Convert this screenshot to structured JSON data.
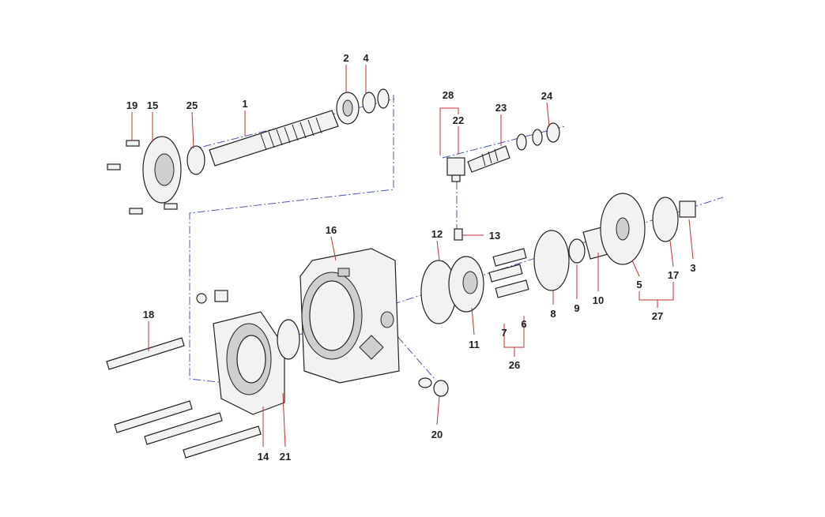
{
  "title": "Hydraulic pump exploded parts diagram",
  "callouts": [
    "1",
    "2",
    "3",
    "4",
    "5",
    "6",
    "7",
    "8",
    "9",
    "10",
    "11",
    "12",
    "13",
    "14",
    "15",
    "16",
    "17",
    "18",
    "19",
    "20",
    "21",
    "22",
    "23",
    "24",
    "25",
    "26",
    "27",
    "28"
  ]
}
